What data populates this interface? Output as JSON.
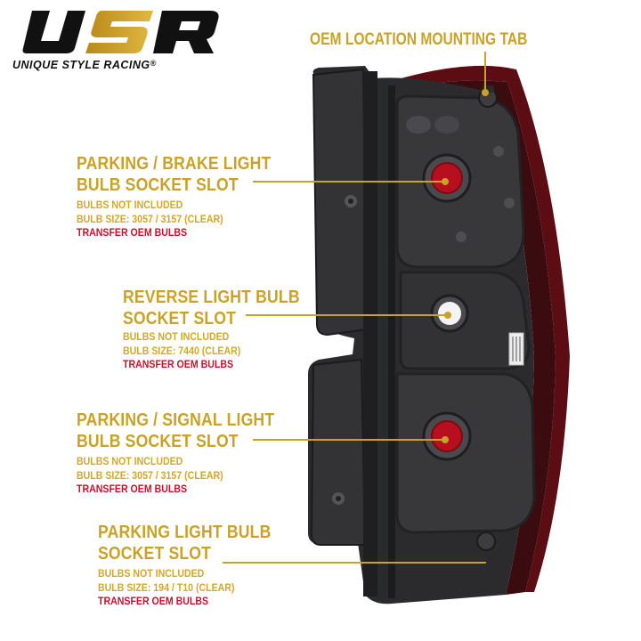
{
  "brand": {
    "logo": "USR",
    "tagline": "UNIQUE STYLE RACING",
    "registered": "®",
    "colors": {
      "gold": "#c9a227",
      "red": "#c8102e",
      "black": "#111111"
    }
  },
  "callouts": {
    "mounting_tab": {
      "title": "OEM LOCATION MOUNTING TAB"
    },
    "brake": {
      "title_line1": "PARKING / BRAKE LIGHT",
      "title_line2": "BULB SOCKET SLOT",
      "note1": "BULBS NOT INCLUDED",
      "note2": "BULB SIZE: 3057 / 3157 (CLEAR)",
      "note3": "TRANSFER OEM BULBS"
    },
    "reverse": {
      "title_line1": "REVERSE LIGHT BULB",
      "title_line2": "SOCKET SLOT",
      "note1": "BULBS NOT INCLUDED",
      "note2": "BULB SIZE: 7440 (CLEAR)",
      "note3": "TRANSFER OEM BULBS"
    },
    "signal": {
      "title_line1": "PARKING / SIGNAL LIGHT",
      "title_line2": "BULB SOCKET SLOT",
      "note1": "BULBS NOT INCLUDED",
      "note2": "BULB SIZE: 3057 / 3157 (CLEAR)",
      "note3": "TRANSFER OEM BULBS"
    },
    "parking": {
      "title_line1": "PARKING LIGHT BULB",
      "title_line2": "SOCKET SLOT",
      "note1": "BULBS NOT INCLUDED",
      "note2": "BULB SIZE: 194 / T10 (CLEAR)",
      "note3": "TRANSFER OEM BULBS"
    }
  }
}
